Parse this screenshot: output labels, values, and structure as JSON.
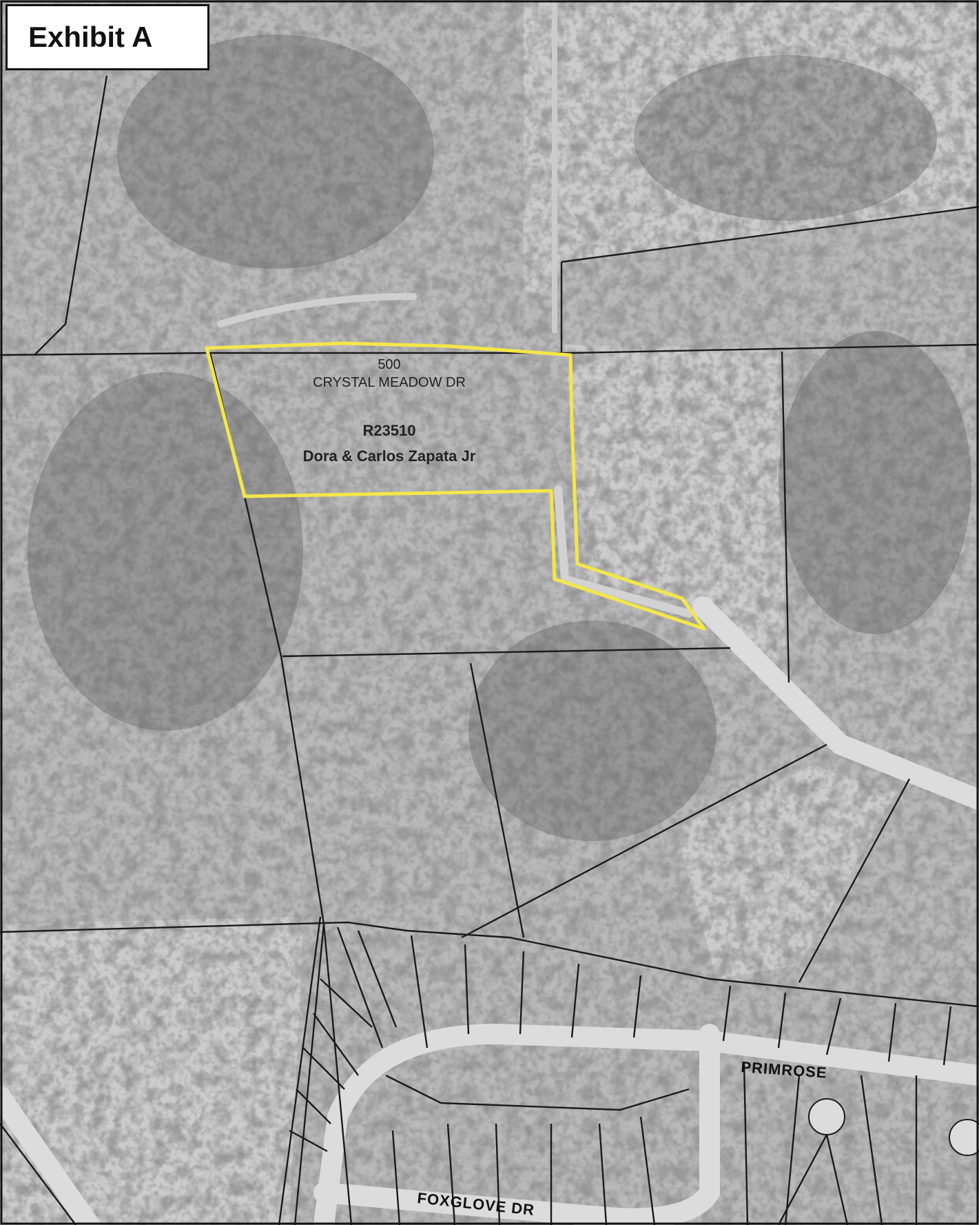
{
  "exhibit": {
    "title": "Exhibit A"
  },
  "parcel": {
    "house_number": "500",
    "street": "CRYSTAL MEADOW DR",
    "id": "R23510",
    "owner": "Dora & Carlos Zapata Jr",
    "outline_color": "#f4e64a"
  },
  "roads": {
    "primrose": "PRIMROSE",
    "foxglove": "FOXGLOVE DR"
  },
  "colors": {
    "ground": "#b9b9b9",
    "vegetation_dark": "#6a6a6a",
    "vegetation_light": "#8c8c8c",
    "boundary": "#1a1a1a",
    "road": "#d6d6d6"
  }
}
